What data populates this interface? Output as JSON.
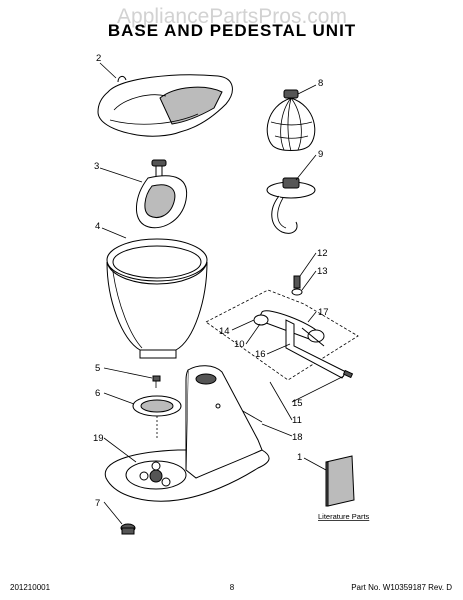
{
  "watermark": "AppliancePartsPros.com",
  "title": "BASE AND PEDESTAL UNIT",
  "callouts": [
    "2",
    "8",
    "3",
    "9",
    "4",
    "12",
    "13",
    "17",
    "14",
    "10",
    "16",
    "5",
    "6",
    "15",
    "11",
    "18",
    "19",
    "1",
    "7"
  ],
  "literature_label": "Literature Parts",
  "footer": {
    "left": "201210001",
    "center": "8",
    "right": "Part No. W10359187  Rev. D"
  }
}
